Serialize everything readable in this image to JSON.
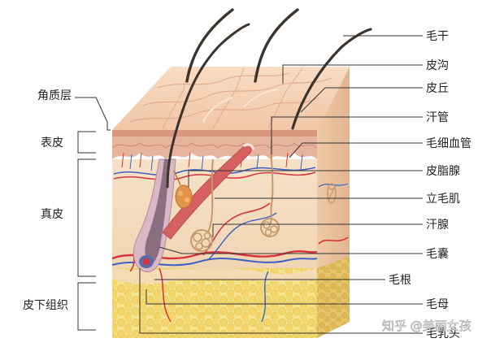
{
  "labels_right": [
    {
      "id": "mao-gan",
      "text": "毛干"
    },
    {
      "id": "pi-gou",
      "text": "皮沟"
    },
    {
      "id": "pi-qiu",
      "text": "皮丘"
    },
    {
      "id": "han-guan",
      "text": "汗管"
    },
    {
      "id": "mao-xi-xue-guan",
      "text": "毛细血管"
    },
    {
      "id": "pi-zhi-xian",
      "text": "皮脂腺"
    },
    {
      "id": "li-mao-ji",
      "text": "立毛肌"
    },
    {
      "id": "han-xian",
      "text": "汗腺"
    },
    {
      "id": "mao-nang",
      "text": "毛囊"
    },
    {
      "id": "mao-gen",
      "text": "毛根"
    },
    {
      "id": "mao-mu",
      "text": "毛母"
    },
    {
      "id": "mao-ru-tou",
      "text": "毛乳头"
    }
  ],
  "labels_left": [
    {
      "id": "jiao-zhi-ceng",
      "text": "角质层"
    },
    {
      "id": "biao-pi",
      "text": "表皮"
    },
    {
      "id": "zhen-pi",
      "text": "真皮"
    },
    {
      "id": "pi-xia-zu-zhi",
      "text": "皮下组织"
    }
  ],
  "watermark": "知乎 @美丽女孩",
  "colors": {
    "top_surface": "#f6d2b6",
    "epidermis": "#e8b8a0",
    "dermis": "#f3dcc0",
    "fat": "#f2d878",
    "artery": "#d8323a",
    "vein": "#3b62c4",
    "muscle": "#d46060",
    "hair": "#3b332c"
  }
}
